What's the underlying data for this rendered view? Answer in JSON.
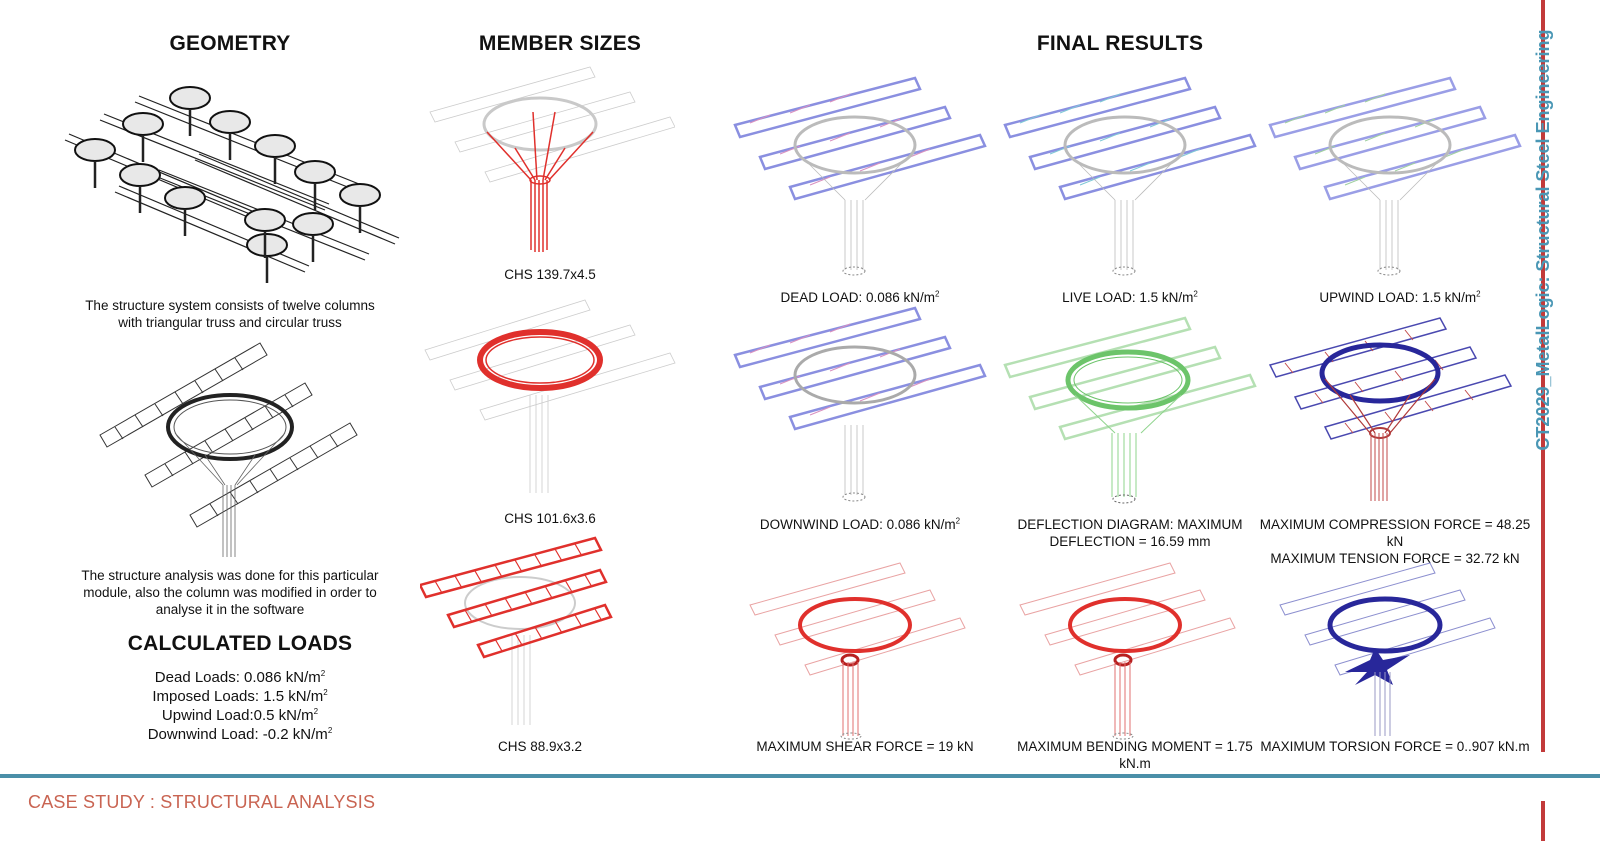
{
  "headings": {
    "geometry": "GEOMETRY",
    "member_sizes": "MEMBER SIZES",
    "final_results": "FINAL RESULTS",
    "calculated_loads": "CALCULATED LOADS"
  },
  "geometry": {
    "description_1_line1": "The structure system consists of twelve columns",
    "description_1_line2": "with triangular truss and circular truss",
    "description_2_line1": "The structure analysis was done for this particular",
    "description_2_line2": "module, also the column was modified in order to",
    "description_2_line3": "analyse it in the software"
  },
  "calculated_loads": {
    "dead_text": "Dead Loads: 0.086 kN/m",
    "imposed_text": "Imposed Loads: 1.5 kN/m",
    "upwind_text": "Upwind Load:0.5 kN/m",
    "downwind_text": "Downwind Load: -0.2 kN/m",
    "unit_exponent": "2"
  },
  "member_sizes": {
    "column": "CHS 139.7x4.5",
    "ring": "CHS 101.6x3.6",
    "truss": "CHS 88.9x3.2"
  },
  "results": {
    "dead_load": "DEAD LOAD: 0.086 kN/m",
    "live_load": "LIVE LOAD: 1.5 kN/m",
    "upwind_load": "UPWIND LOAD: 1.5 kN/m",
    "downwind_load": "DOWNWIND LOAD: 0.086 kN/m",
    "unit_exponent": "2",
    "deflection_line1": "DEFLECTION DIAGRAM: MAXIMUM",
    "deflection_line2": "DEFLECTION = 16.59 mm",
    "compression": "MAXIMUM COMPRESSION FORCE = 48.25 kN",
    "tension": "MAXIMUM TENSION FORCE = 32.72 kN",
    "shear": "MAXIMUM SHEAR FORCE = 19 kN",
    "bending": "MAXIMUM BENDING MOMENT = 1.75 kN.m",
    "torsion": "MAXIMUM TORSION FORCE = 0..907 kN.m"
  },
  "footer": {
    "case_study": "CASE STUDY : STRUCTURAL ANALYSIS",
    "side_title": "CT2029_MetalLogic: Structural Steel Engineering"
  },
  "colors": {
    "accent_blue": "#4a8fa8",
    "accent_red": "#c23a3a",
    "case_study_text": "#c96452",
    "member_highlight": "#e0302c",
    "deflection_green": "#6cc46a",
    "force_blue": "#28279a",
    "results_mix": [
      "#7b7fd9",
      "#d97bb9",
      "#7bc4d9"
    ]
  },
  "icons": {
    "geometry_overview": "truss-grid-isometric",
    "module_isometric": "column-ring-truss-module"
  }
}
